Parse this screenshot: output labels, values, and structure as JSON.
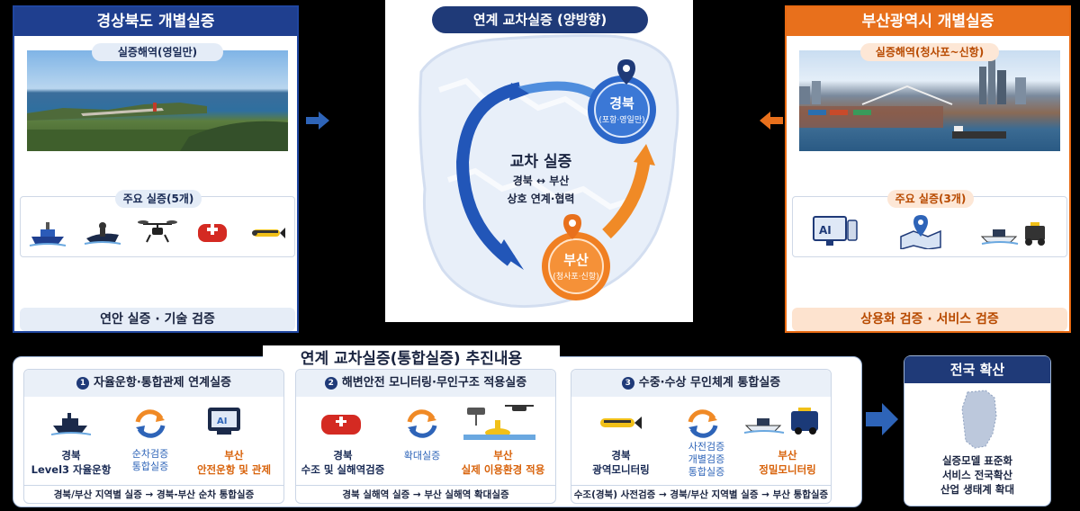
{
  "left_panel": {
    "title": "경상북도 개별실증",
    "site_label": "실증해역(영일만)",
    "main_label": "주요 실증(5개)",
    "icons": [
      "boat-icon",
      "jetski-icon",
      "drone-icon",
      "rescue-pod-icon",
      "underwater-drone-icon"
    ],
    "bottom": "연안 실증 · 기술 검증"
  },
  "center": {
    "title": "연계 교차실증 (양방향)",
    "cross_title": "교차 실증",
    "cross_line1": "경북 ↔ 부산",
    "cross_line2": "상호 연계·협력",
    "gb_name": "경북",
    "gb_sub": "(포항·영일만)",
    "bs_name": "부산",
    "bs_sub": "(청사포·신항)"
  },
  "right_panel": {
    "title": "부산광역시 개별실증",
    "site_label": "실증해역(청사포~신항)",
    "main_label": "주요 실증(3개)",
    "icons": [
      "ai-monitor-icon",
      "map-pin-icon",
      "boat-rov-icon"
    ],
    "bottom": "상용화 검증 · 서비스 검증"
  },
  "bottom": {
    "title": "연계 교차실증(통합실증) 추진내용",
    "items": [
      {
        "num": "1",
        "title": "자율운항·통합관제 연계실증",
        "left_line1": "경북",
        "left_line2": "Level3 자율운항",
        "mid_line1": "순차검증",
        "mid_line2": "통합실증",
        "right_line1": "부산",
        "right_line2": "안전운항 및 관제",
        "footer": "경북/부산 지역별 실증 → 경북-부산 순차 통합실증"
      },
      {
        "num": "2",
        "title": "해변안전 모니터링·무인구조 적용실증",
        "left_line1": "경북",
        "left_line2": "수조 및 실해역검증",
        "mid_line1": "확대실증",
        "right_line1": "부산",
        "right_line2": "실제 이용환경 적용",
        "footer": "경북 실해역 실증 → 부산 실해역 확대실증"
      },
      {
        "num": "3",
        "title": "수중·수상 무인체계 통합실증",
        "left_line1": "경북",
        "left_line2": "광역모니터링",
        "mid_line1": "사전검증",
        "mid_line2": "개별검증",
        "mid_line3": "통합실증",
        "right_line1": "부산",
        "right_line2": "정밀모니터링",
        "footer": "수조(경북) 사전검증 → 경북/부산 지역별 실증 → 부산 통합실증"
      }
    ]
  },
  "national": {
    "title": "전국 확산",
    "line1": "실증모델 표준화",
    "line2": "서비스 전국확산",
    "line3": "산업 생태계 확대"
  },
  "colors": {
    "navy": "#1f3a78",
    "orange": "#e8701c",
    "blue": "#2e64b8"
  }
}
